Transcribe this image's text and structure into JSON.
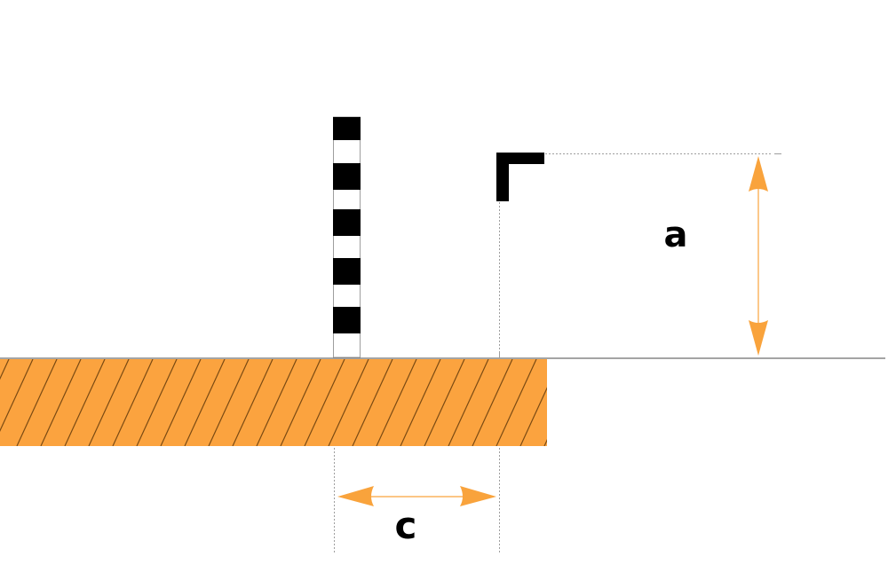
{
  "diagram": {
    "labels": {
      "height_label": "a",
      "distance_label": "c"
    },
    "colors": {
      "ground_fill": "#FBA33F",
      "hatch_line": "#7A4A12",
      "ground_line": "#6E6E6E",
      "dimension_arrow": "#F9A33C",
      "guide_line": "#9E9E9E",
      "pole_black": "#000000",
      "pole_white": "#FFFFFF",
      "pole_border": "#9E9E9E",
      "corner_marker": "#000000"
    },
    "elements": {
      "ground_surface": "horizontal ground line",
      "ground_block": "hatched orange ground section",
      "survey_pole": "striped black-and-white survey rod",
      "corner_marker": "L-shaped elevation marker",
      "vertical_dimension": "height dimension arrow (a)",
      "horizontal_dimension": "distance dimension arrow (c)"
    }
  }
}
